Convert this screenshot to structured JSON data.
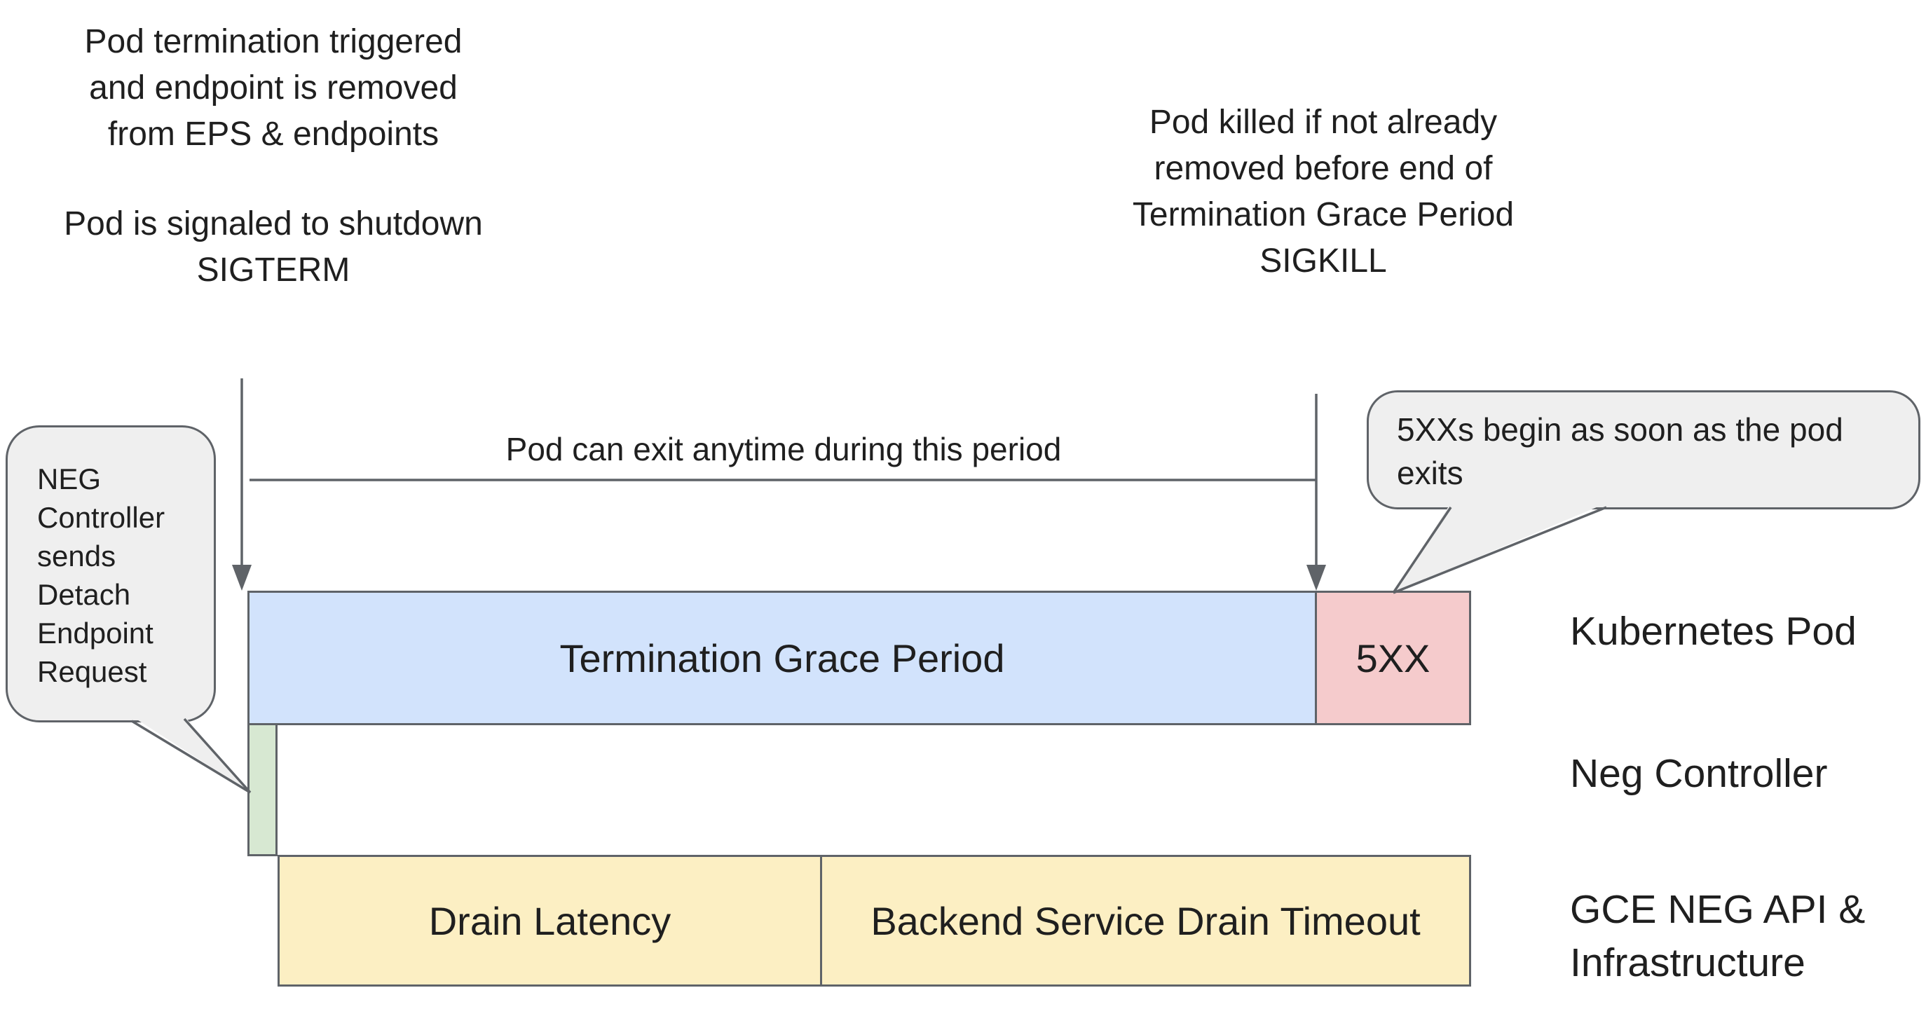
{
  "colors": {
    "grace_blue": "#d2e3fc",
    "error_pink": "#f5cbcc",
    "detach_green": "#d7e8d2",
    "drain_yellow": "#fcefc3",
    "bubble_gray": "#efefef",
    "stroke_gray": "#5f6368"
  },
  "annotations": {
    "pod_termination_lines": [
      "Pod termination triggered",
      "and endpoint is removed",
      "from EPS & endpoints"
    ],
    "pod_signaled_lines": [
      "Pod is signaled to shutdown",
      "SIGTERM"
    ],
    "pod_killed_lines": [
      "Pod killed if not already",
      "removed before end of",
      "Termination Grace Period",
      "SIGKILL"
    ],
    "exit_period": "Pod can exit anytime during this period"
  },
  "bubbles": {
    "neg_detach": "NEG Controller sends Detach Endpoint Request",
    "errors_begin": "5XXs begin as soon as the pod exits"
  },
  "timeline": {
    "grace_label": "Termination Grace Period",
    "error_label": "5XX",
    "drain_label": "Drain Latency",
    "backend_label": "Backend Service Drain Timeout"
  },
  "rows": {
    "kubernetes_pod": "Kubernetes Pod",
    "neg_controller": "Neg Controller",
    "gce": "GCE NEG API & Infrastructure"
  }
}
